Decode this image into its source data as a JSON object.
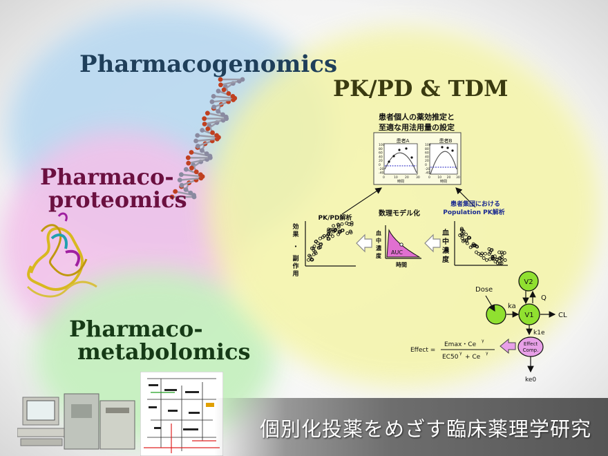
{
  "labels": {
    "genomics": "Pharmacogenomics",
    "proteomics_1": "Pharmaco-",
    "proteomics_2": "proteomics",
    "metabolomics_1": "Pharmaco-",
    "metabolomics_2": "metabolomics",
    "pkpd": "PK/PD & TDM"
  },
  "colors": {
    "genomics": "#1f3f5a",
    "proteomics": "#6b1040",
    "metabolomics": "#163a16",
    "pkpd": "#3a3a10",
    "blob_blue": "#b8d8f0",
    "blob_pink": "#f2c2ea",
    "blob_green": "#c6f0c0",
    "blob_yellow": "#f4f4a8",
    "auc_fill": "#e070d0",
    "model_node": "#90e030",
    "effect_node": "#e8a0e8",
    "arrow_outline": "#999999"
  },
  "diagram": {
    "top_caption_1": "患者個人の薬効推定と",
    "top_caption_2": "至適な用法用量の設定",
    "patient_a": "患者A",
    "patient_b": "患者B",
    "pkpd_analysis": "PK/PD解析",
    "modeling": "数理モデル化",
    "population_1": "患者集団における",
    "population_2": "Population PK解析",
    "y_effect_chars": [
      "効",
      "果",
      "・",
      "副",
      "作",
      "用"
    ],
    "y_conc_chars": [
      "血",
      "中",
      "濃",
      "度"
    ],
    "x_time": "時間",
    "auc": "AUC",
    "mini_ticks_y": [
      "100",
      "80",
      "60",
      "40",
      "20",
      "0",
      "-20",
      "-40"
    ],
    "mini_ticks_x": [
      "0",
      "10",
      "20",
      "30"
    ],
    "mini_xlabel": "時間",
    "dose": "Dose",
    "ka": "ka",
    "q": "Q",
    "cl": "CL",
    "v1": "V1",
    "v2": "V2",
    "k1e": "k1e",
    "ke0": "ke0",
    "effect_comp_1": "Effect",
    "effect_comp_2": "Comp.",
    "eq_lhs": "Effect =",
    "eq_num": "Emax・Ce",
    "eq_den": "EC50",
    "eq_den_2": "+ Ce",
    "gamma": "γ"
  },
  "icons": [
    "dna-helix-icon",
    "protein-structure-icon",
    "lab-instrument-icon",
    "metabolic-pathway-chart-icon"
  ],
  "footer": {
    "title": "個別化投薬をめざす臨床薬理学研究"
  }
}
